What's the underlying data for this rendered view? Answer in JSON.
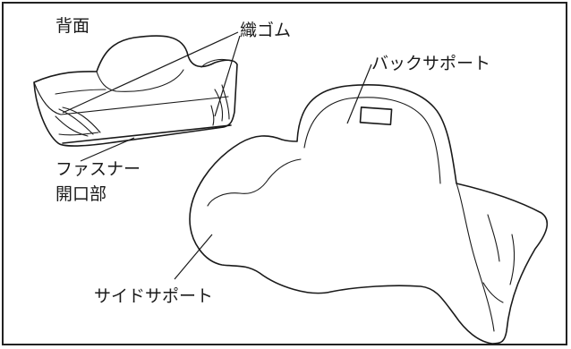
{
  "labels": {
    "back_view": "背面",
    "elastic_rubber": "織ゴム",
    "back_support": "バックサポート",
    "zipper_line1": "ファスナー",
    "zipper_line2": "開口部",
    "side_support": "サイドサポート"
  }
}
